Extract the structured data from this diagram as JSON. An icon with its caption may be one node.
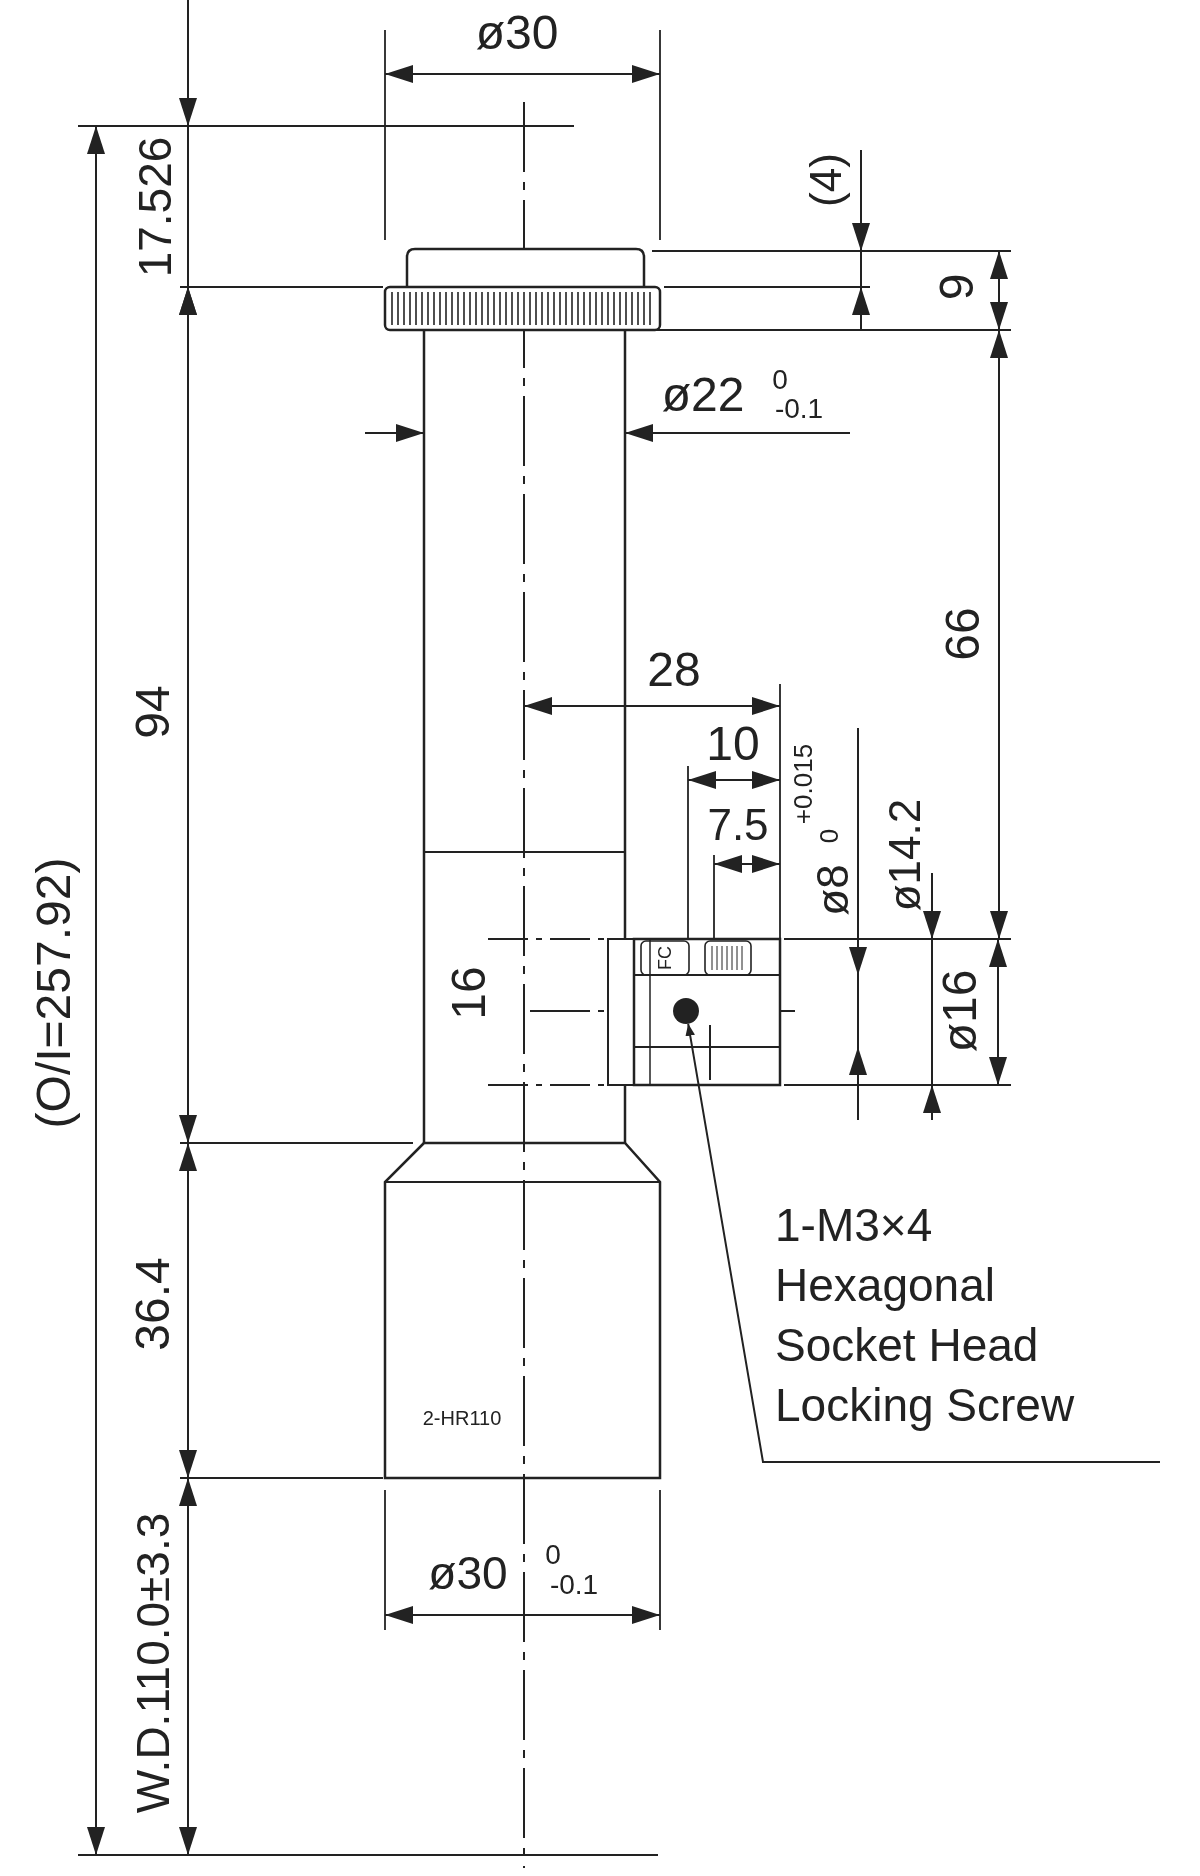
{
  "diagram": {
    "nodes": [
      {
        "text": [
          "1-M3×4 Hexagonal Socket Head Locking Screw"
        ]
      },
      {
        "text": [],
        "shape": "circle"
      }
    ],
    "edges": [
      {
        "from": 0,
        "to": 1,
        "arrow": "to"
      }
    ],
    "labels": [
      "ø30",
      "17.526",
      "(4)",
      "9",
      "ø22",
      "0",
      "-0.1",
      "66",
      "28",
      "94",
      "10",
      "7.5",
      "ø8",
      "+0.015",
      "0",
      "ø14.2",
      "(O/I=257.92)",
      "16",
      "ø16",
      "FC",
      "36.4",
      "2-HR110",
      "W.D.110.0±3.3",
      "ø30",
      "0",
      "-0.1"
    ]
  }
}
